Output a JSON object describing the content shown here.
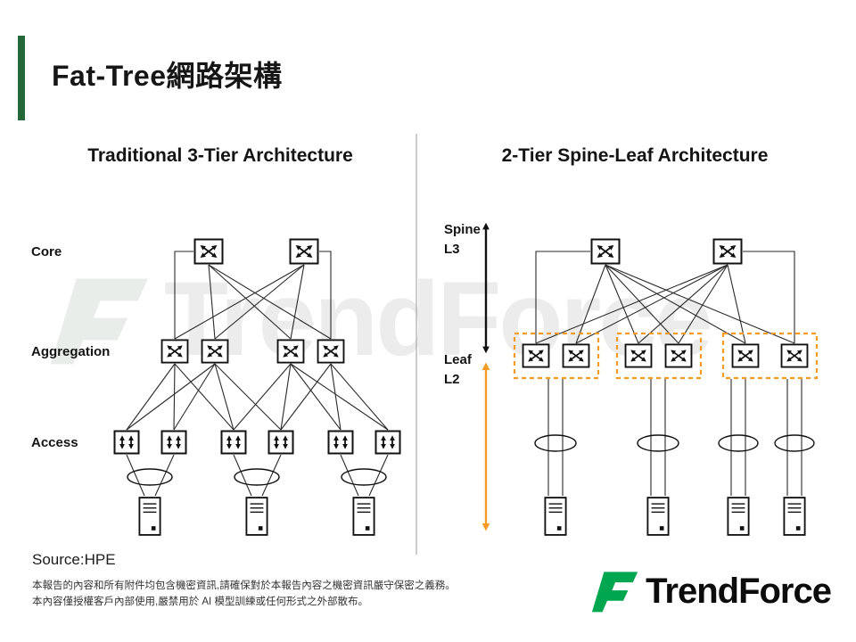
{
  "slide": {
    "title": "Fat-Tree網路架構",
    "source_label": "Source:HPE",
    "disclaimer": {
      "line1": "本報告的內容和所有附件均包含機密資訊,請確保對於本報告內容之機密資訊嚴守保密之義務。",
      "line2": "本內容僅授權客戶內部使用,嚴禁用於 AI 模型訓練或任何形式之外部散布。"
    },
    "watermark_text": "TrendForce",
    "logo_brand": "TrendForce"
  },
  "diagrams": {
    "left": {
      "title": "Traditional 3-Tier Architecture",
      "tier_core": "Core",
      "tier_aggregation": "Aggregation",
      "tier_access": "Access"
    },
    "right": {
      "title": "2-Tier Spine-Leaf Architecture",
      "spine_label": "Spine",
      "spine_level": "L3",
      "leaf_label": "Leaf",
      "leaf_level": "L2"
    }
  },
  "colors": {
    "brand_green": "#00A650",
    "accent_bar_green": "#25683A",
    "highlight_orange": "#F59A23"
  },
  "icons": {
    "switch_icon": "crossed-arrows-switch",
    "access_switch_icon": "vertical-arrows-switch",
    "server_icon": "server-tower"
  }
}
